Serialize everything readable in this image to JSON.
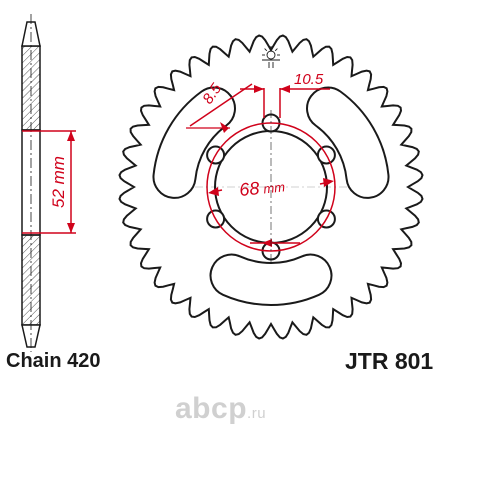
{
  "diagram": {
    "chain_label": "Chain 420",
    "part_number": "JTR 801",
    "dimensions": {
      "chain_pitch": "52",
      "bolt_hole": "8.5",
      "center_bore": "10.5",
      "bolt_circle": "68",
      "unit": "mm"
    },
    "watermark": {
      "name": "abcp",
      "tld": ".ru"
    },
    "colors": {
      "line": "#1a1a1a",
      "dimension": "#d0021b",
      "hatch": "#555555",
      "watermark": "#d0d0d0"
    },
    "icons": {
      "logo": "sun-gear-logo-icon"
    }
  }
}
